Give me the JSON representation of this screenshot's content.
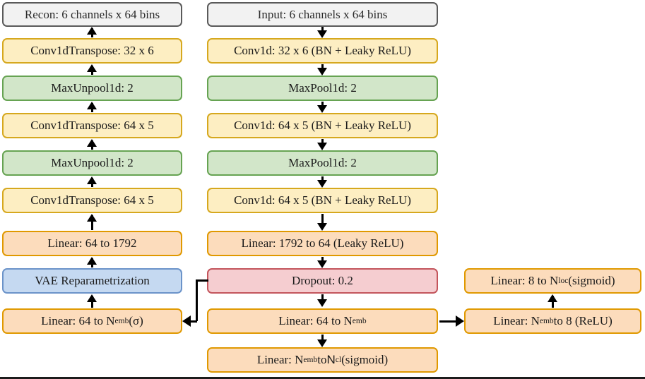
{
  "diagram": {
    "title": "Convolutional VAE autoencoder with classification and localization heads",
    "colors": {
      "io_fill": "#f2f2f2",
      "io_border": "#5a5a5a",
      "conv_fill": "#fdeec2",
      "conv_border": "#d6a81e",
      "pool_fill": "#d2e6c9",
      "pool_border": "#66a352",
      "linear_fill": "#fcdcbc",
      "linear_border": "#e09900",
      "vae_fill": "#c5d9f1",
      "vae_border": "#6b93c9",
      "dropout_fill": "#f5cdd0",
      "dropout_border": "#c3555c",
      "edge": "#000000"
    },
    "decoder_column": [
      {
        "id": "recon",
        "type": "io",
        "label": "Recon: 6 channels x 64 bins"
      },
      {
        "id": "deconv1",
        "type": "conv",
        "label": "Conv1dTranspose: 32 x 6"
      },
      {
        "id": "unpool1",
        "type": "pool",
        "label": "MaxUnpool1d: 2"
      },
      {
        "id": "deconv2",
        "type": "conv",
        "label": "Conv1dTranspose: 64 x 5"
      },
      {
        "id": "unpool2",
        "type": "pool",
        "label": "MaxUnpool1d: 2"
      },
      {
        "id": "deconv3",
        "type": "conv",
        "label": "Conv1dTranspose: 64 x 5"
      },
      {
        "id": "declinear",
        "type": "lin",
        "label": "Linear: 64 to 1792"
      },
      {
        "id": "vae",
        "type": "vae",
        "label": "VAE Reparametrization"
      },
      {
        "id": "sigma",
        "type": "lin",
        "label": "Linear: 64 to N<sub>emb</sub> (σ)",
        "html": true
      }
    ],
    "encoder_column": [
      {
        "id": "input",
        "type": "io",
        "label": "Input: 6 channels x 64 bins"
      },
      {
        "id": "conv1",
        "type": "conv",
        "label": "Conv1d: 32 x 6 (BN + Leaky ReLU)"
      },
      {
        "id": "pool1",
        "type": "pool",
        "label": "MaxPool1d: 2"
      },
      {
        "id": "conv2",
        "type": "conv",
        "label": "Conv1d: 64 x 5 (BN + Leaky ReLU)"
      },
      {
        "id": "pool2",
        "type": "pool",
        "label": "MaxPool1d: 2"
      },
      {
        "id": "conv3",
        "type": "conv",
        "label": "Conv1d: 64 x 5 (BN + Leaky ReLU)"
      },
      {
        "id": "enclinear",
        "type": "lin",
        "label": "Linear: 1792 to 64 (Leaky ReLU)"
      },
      {
        "id": "dropout",
        "type": "drop",
        "label": "Dropout: 0.2"
      },
      {
        "id": "embedding",
        "type": "lin",
        "label": "Linear: 64 to N<sub>emb</sub>",
        "html": true
      },
      {
        "id": "classhead",
        "type": "lin",
        "label": "Linear: N<sub>emb</sub> to <span class=\"sans\">N</span><sub>cl</sub> (sigmoid)",
        "html": true
      }
    ],
    "localization_column": [
      {
        "id": "locout",
        "type": "lin",
        "label": "Linear: 8 to N<sub>loc</sub> (sigmoid)",
        "html": true
      },
      {
        "id": "locproj",
        "type": "lin",
        "label": "Linear: N<sub>emb</sub> to 8 (ReLU)",
        "html": true
      }
    ],
    "edges": [
      {
        "from": "deconv1",
        "to": "recon",
        "direction": "up"
      },
      {
        "from": "unpool1",
        "to": "deconv1",
        "direction": "up"
      },
      {
        "from": "deconv2",
        "to": "unpool1",
        "direction": "up"
      },
      {
        "from": "unpool2",
        "to": "deconv2",
        "direction": "up"
      },
      {
        "from": "deconv3",
        "to": "unpool2",
        "direction": "up"
      },
      {
        "from": "declinear",
        "to": "deconv3",
        "direction": "up"
      },
      {
        "from": "vae",
        "to": "declinear",
        "direction": "up"
      },
      {
        "from": "sigma",
        "to": "vae",
        "direction": "up"
      },
      {
        "from": "input",
        "to": "conv1",
        "direction": "down"
      },
      {
        "from": "conv1",
        "to": "pool1",
        "direction": "down"
      },
      {
        "from": "pool1",
        "to": "conv2",
        "direction": "down"
      },
      {
        "from": "conv2",
        "to": "pool2",
        "direction": "down"
      },
      {
        "from": "pool2",
        "to": "conv3",
        "direction": "down"
      },
      {
        "from": "conv3",
        "to": "enclinear",
        "direction": "down"
      },
      {
        "from": "enclinear",
        "to": "dropout",
        "direction": "down"
      },
      {
        "from": "dropout",
        "to": "embedding",
        "direction": "down"
      },
      {
        "from": "embedding",
        "to": "classhead",
        "direction": "down"
      },
      {
        "from": "dropout",
        "to": "sigma",
        "direction": "left-elbow"
      },
      {
        "from": "embedding",
        "to": "locproj",
        "direction": "right"
      },
      {
        "from": "locproj",
        "to": "locout",
        "direction": "up"
      }
    ]
  }
}
